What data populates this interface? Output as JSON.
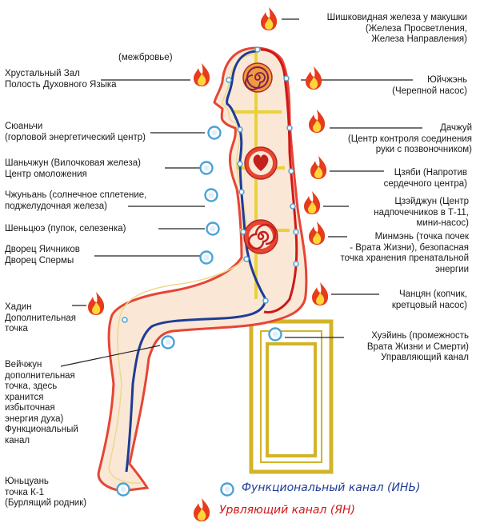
{
  "colors": {
    "yin_channel": "#1e3c96",
    "yang_channel": "#d01818",
    "body_fill": "#fbe7d6",
    "body_outline": "#e64535",
    "inner_outline": "#ecd88a",
    "point_blue": "#4aa2d8",
    "flame_outer": "#e63b1c",
    "flame_inner": "#ffd53a",
    "spiral": "#b3282a",
    "stool": "#d2b42a"
  },
  "labels": {
    "pineal": "Шишковидная железа у макушки\n(Железа Просветления,\nЖелеза Направления)",
    "mid_eyebrow": "(межбровье)",
    "crystal_hall": "Хрустальный Зал\nПолость Духовного Языка",
    "yuchzhen": "Юйчжэнь\n(Черепной насос)",
    "syuanchi": "Сюаньчи\n(горловой энергетический центр)",
    "dachzhuy": "Дачжуй\n(Центр контроля соединения\nруки с позвоночником)",
    "shanchzhun": "Шаньчжун (Вилочковая железа)\nЦентр омоложения",
    "tsyaby": "Цзяби (Напротив\nсердечного центра)",
    "chzhunyan": "Чжуньань (солнечное сплетение,\nподжелудочная железа)",
    "tsedzhun": "Цзэйджун (Центр\nнадпочечников в Т-11,\nмини-насос)",
    "shentsyue": "Шеньцюэ (пупок, селезенка)",
    "ovary_palace": "Дворец Яичников\nДворец Спермы",
    "minmen": "Минмэнь (точка почек\n- Врата Жизни), безопасная\nточка хранения пренатальной\nэнергии",
    "hadin": "Хадин\nДополнительная\nточка",
    "chantsyan": "Чанцян (копчик,\nкретцовый насос)",
    "veychzhun": "Вейчжун\nдополнительная\nточка, здесь\nхранится\nизбыточная\nэнергия духа)\nФункциональный\nканал",
    "huyin": "Хуэйинь (промежность\nВрата Жизни и Смерти)\nУправляющий канал",
    "yunquan": "Юньцуань\nточка К-1\n(Бурлящий родник)"
  },
  "legend": {
    "yin_label": "Функциональный канал (ИНЬ)",
    "yang_label": "Урвляющий канал (ЯН)"
  },
  "icons": {
    "fire": "flame-icon",
    "point": "circle-point-icon",
    "spiral": "spiral-icon",
    "heart": "heart-icon"
  }
}
